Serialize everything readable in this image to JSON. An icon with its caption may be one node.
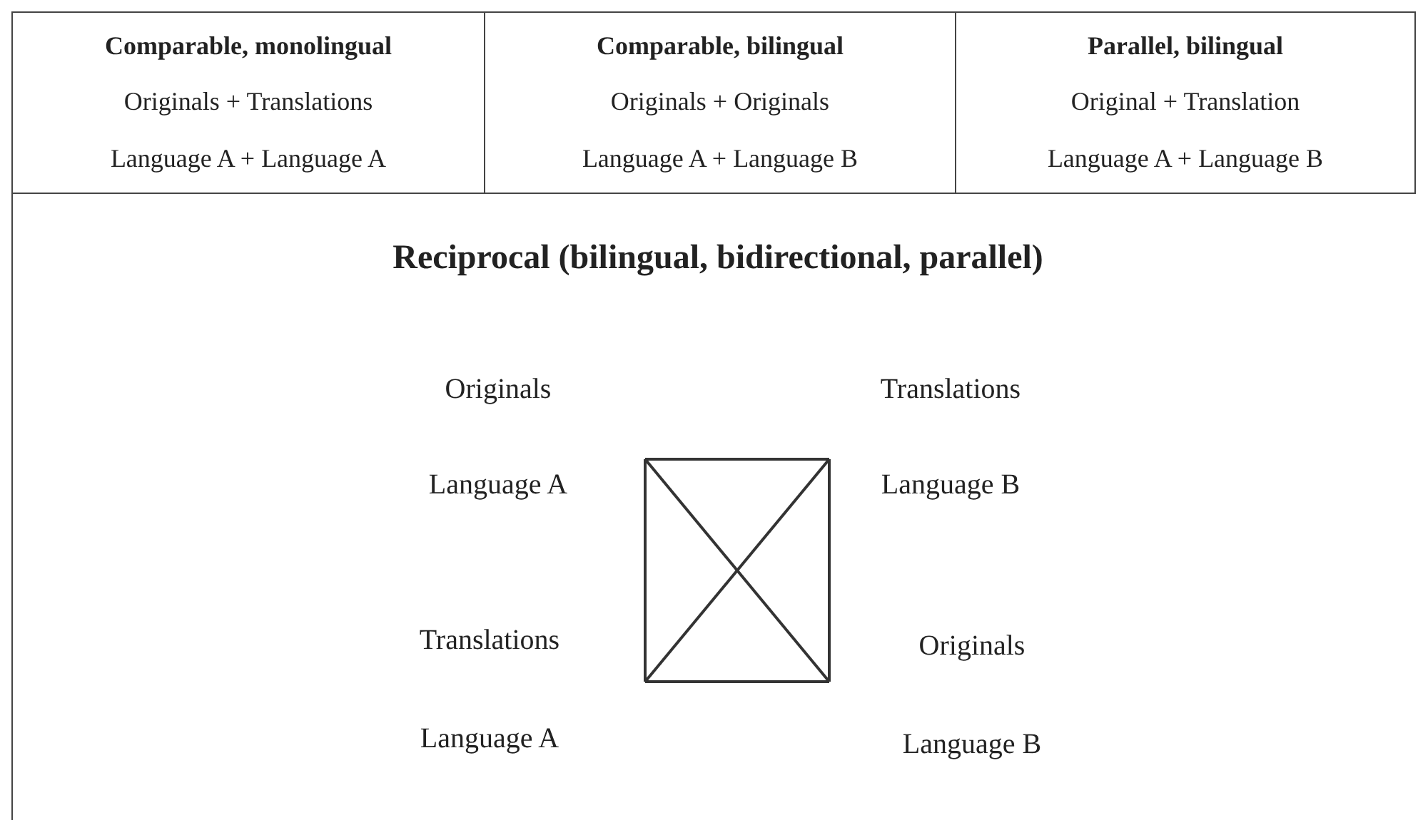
{
  "diagram": {
    "nodes": [
      {
        "text": [
          "Comparable, monolingual",
          "Originals + Translations",
          "Language A + Language A"
        ]
      },
      {
        "text": [
          "Comparable, bilingual",
          "Originals + Originals",
          "Language A + Language B"
        ]
      },
      {
        "text": [
          "Parallel, bilingual",
          "Original + Translation",
          "Language A + Language B"
        ]
      },
      {
        "text": [
          "Reciprocal (bilingual, bidirectional, parallel)"
        ]
      },
      {
        "text": [
          "Originals",
          "Language A"
        ],
        "in": 3
      },
      {
        "text": [
          "Translations",
          "Language B"
        ],
        "in": 3
      },
      {
        "text": [
          "Translations",
          "Language A"
        ],
        "in": 3
      },
      {
        "text": [
          "Originals",
          "Language B"
        ],
        "in": 3
      }
    ],
    "edges": [
      {
        "from": 4,
        "to": 5,
        "arrow": "none"
      },
      {
        "from": 4,
        "to": 6,
        "arrow": "none"
      },
      {
        "from": 5,
        "to": 7,
        "arrow": "none"
      },
      {
        "from": 6,
        "to": 7,
        "arrow": "none"
      },
      {
        "from": 4,
        "to": 7,
        "arrow": "none"
      },
      {
        "from": 5,
        "to": 6,
        "arrow": "none"
      }
    ]
  }
}
